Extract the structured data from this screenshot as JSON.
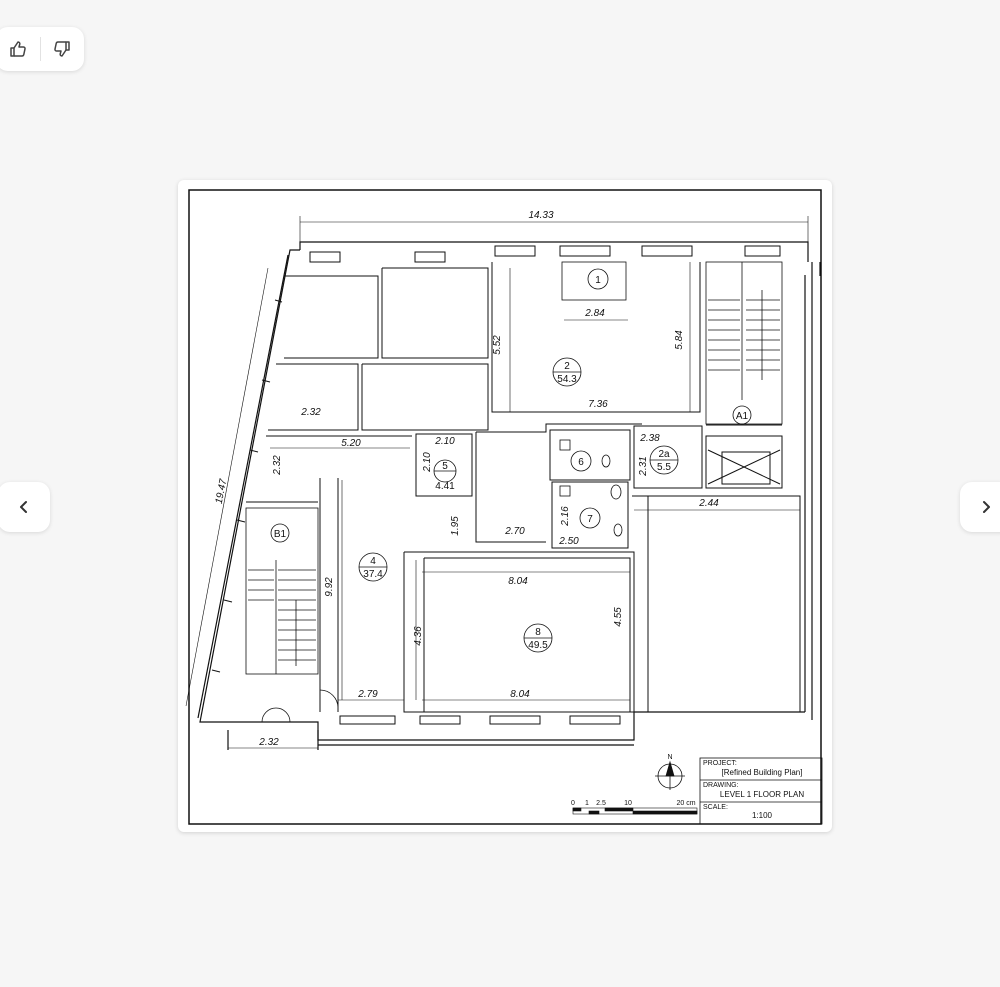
{
  "feedback": {
    "like_icon": "thumbs-up-icon",
    "dislike_icon": "thumbs-down-icon"
  },
  "navigation": {
    "prev_icon": "chevron-left-icon",
    "next_icon": "chevron-right-icon"
  },
  "plan": {
    "dimensions": {
      "top_width": "14.33",
      "room1_width": "2.84",
      "room2_height_left": "5.52",
      "room2_height_right": "5.84",
      "room2_width": "7.36",
      "left_length": "19.47",
      "upper_room_width": "2.32",
      "corridor_width": "5.20",
      "room5_width": "2.10",
      "room5_height": "2.10",
      "left_vertical": "2.32",
      "room2a_width": "2.38",
      "room2a_height": "2.31",
      "right_room_width": "2.44",
      "stair_gap": "1.95",
      "lobby_width": "2.70",
      "room7_height": "2.16",
      "room7_width": "2.50",
      "room4_height": "9.92",
      "room8_top_width": "8.04",
      "room8_height": "4.36",
      "right_room_height": "4.55",
      "entrance_width": "2.79",
      "room8_bottom_width": "8.04",
      "bottom_width": "2.32"
    },
    "rooms": [
      {
        "id": "1",
        "area": ""
      },
      {
        "id": "2",
        "area": "54.3"
      },
      {
        "id": "2a",
        "area": "5.5"
      },
      {
        "id": "4",
        "area": "37.4"
      },
      {
        "id": "5",
        "area": "4.41"
      },
      {
        "id": "6",
        "area": ""
      },
      {
        "id": "7",
        "area": ""
      },
      {
        "id": "8",
        "area": "49.5"
      }
    ],
    "stairs": {
      "a": "A1",
      "b": "B1"
    },
    "north": "N",
    "scale_ticks": [
      "0",
      "1",
      "2.5",
      "10",
      "20 cm"
    ],
    "title_block": {
      "project_label": "PROJECT:",
      "project_value": "[Refined Building Plan]",
      "drawing_label": "DRAWING:",
      "drawing_value": "LEVEL 1 FLOOR PLAN",
      "scale_label": "SCALE:",
      "scale_value": "1:100"
    }
  }
}
